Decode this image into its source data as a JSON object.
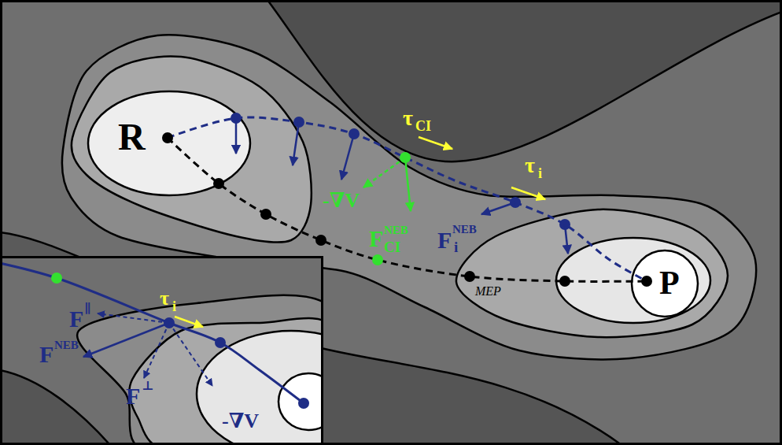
{
  "diagram": {
    "labels": [
      "R",
      "P",
      "τ",
      "CI",
      "τ",
      "i",
      "-∇V",
      "F",
      "NEB",
      "CI",
      "F",
      "NEB",
      "i",
      "MEP",
      "F",
      "∥",
      "τ",
      "i",
      "F",
      "NEB",
      "F",
      "⊥",
      "-∇V"
    ]
  }
}
